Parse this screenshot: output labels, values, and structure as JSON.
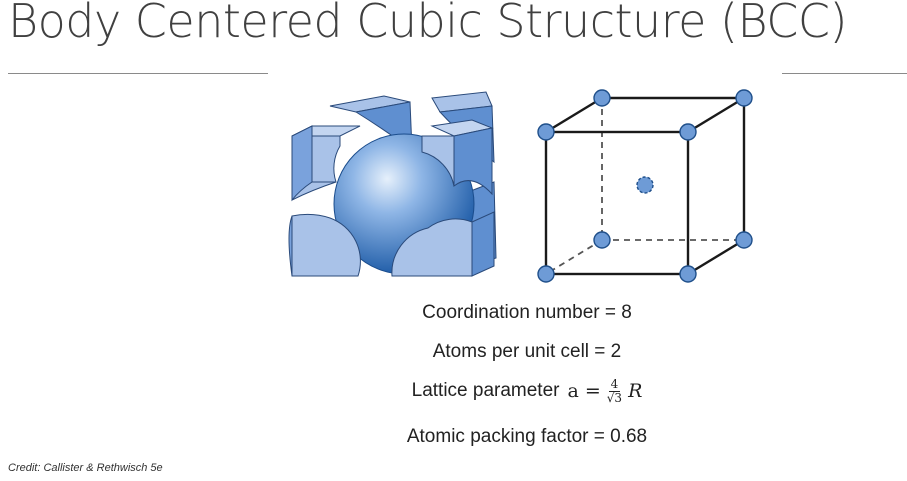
{
  "title": "Body Centered Cubic Structure (BCC)",
  "stats": {
    "coordination": "Coordination number = 8",
    "atoms": "Atoms per unit cell = 2",
    "lattice_label": "Lattice parameter",
    "lattice_lhs": "a =",
    "lattice_numerator": "4",
    "lattice_denominator": "√3",
    "lattice_var": "R",
    "packing": "Atomic packing factor = 0.68"
  },
  "credit": "Credit: Callister & Rethwisch 5e",
  "colors": {
    "atom_fill": "#6e9bd6",
    "atom_stroke": "#1f4f8a",
    "sphere_light": "#bcd6f3",
    "sphere_dark": "#1f5fad",
    "corner_face": "#a9c2e8",
    "edge": "#1a1a1a"
  }
}
